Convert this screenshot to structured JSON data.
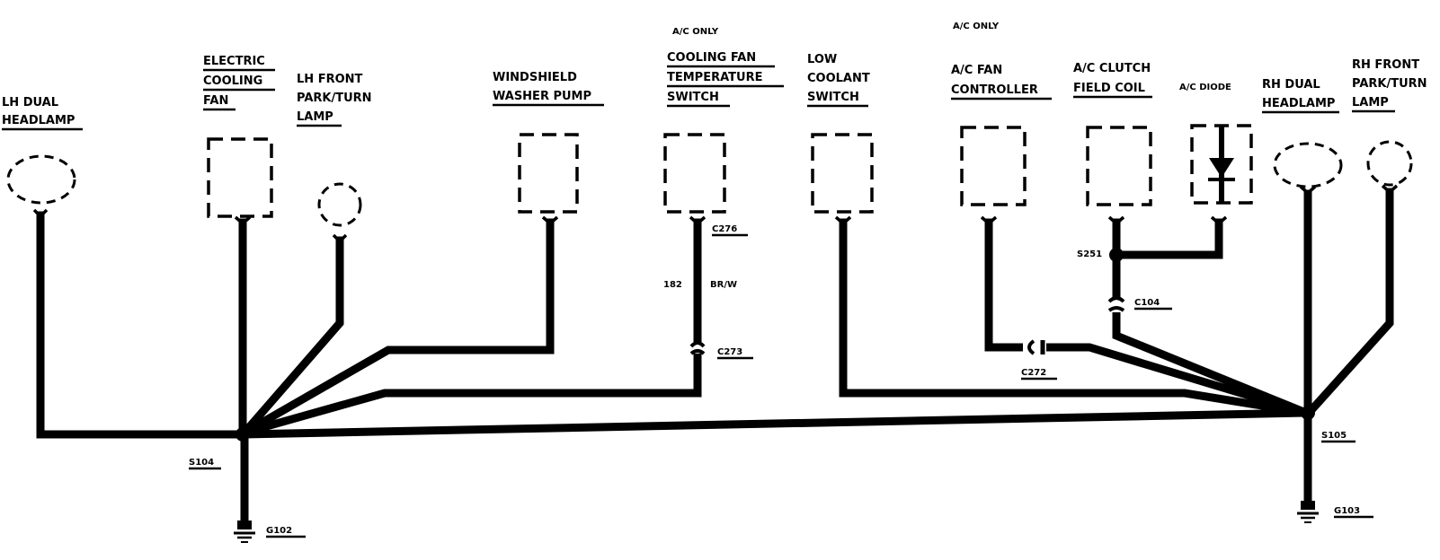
{
  "diagram": {
    "ac_only_1": "A/C ONLY",
    "ac_only_2": "A/C ONLY",
    "components": {
      "lh_dual_headlamp": [
        "LH DUAL",
        "HEADLAMP"
      ],
      "electric_cooling_fan": [
        "ELECTRIC",
        "COOLING",
        "FAN"
      ],
      "lh_front_park_turn_lamp": [
        "LH FRONT",
        "PARK/TURN",
        "LAMP"
      ],
      "windshield_washer_pump": [
        "WINDSHIELD",
        "WASHER PUMP"
      ],
      "cooling_fan_temp_switch": [
        "COOLING FAN",
        "TEMPERATURE",
        "SWITCH"
      ],
      "low_coolant_switch": [
        "LOW",
        "COOLANT",
        "SWITCH"
      ],
      "ac_fan_controller": [
        "A/C FAN",
        "CONTROLLER"
      ],
      "ac_clutch_field_coil": [
        "A/C CLUTCH",
        "FIELD COIL"
      ],
      "ac_diode": [
        "A/C DIODE"
      ],
      "rh_dual_headlamp": [
        "RH DUAL",
        "HEADLAMP"
      ],
      "rh_front_park_turn_lamp": [
        "RH FRONT",
        "PARK/TURN",
        "LAMP"
      ]
    },
    "connectors": {
      "c276": "C276",
      "c273": "C273",
      "c272": "C272",
      "c104": "C104"
    },
    "splices": {
      "s104": "S104",
      "s105": "S105",
      "s251": "S251"
    },
    "grounds": {
      "g102": "G102",
      "g103": "G103"
    },
    "wire": {
      "circuit": "182",
      "color": "BR/W"
    }
  }
}
